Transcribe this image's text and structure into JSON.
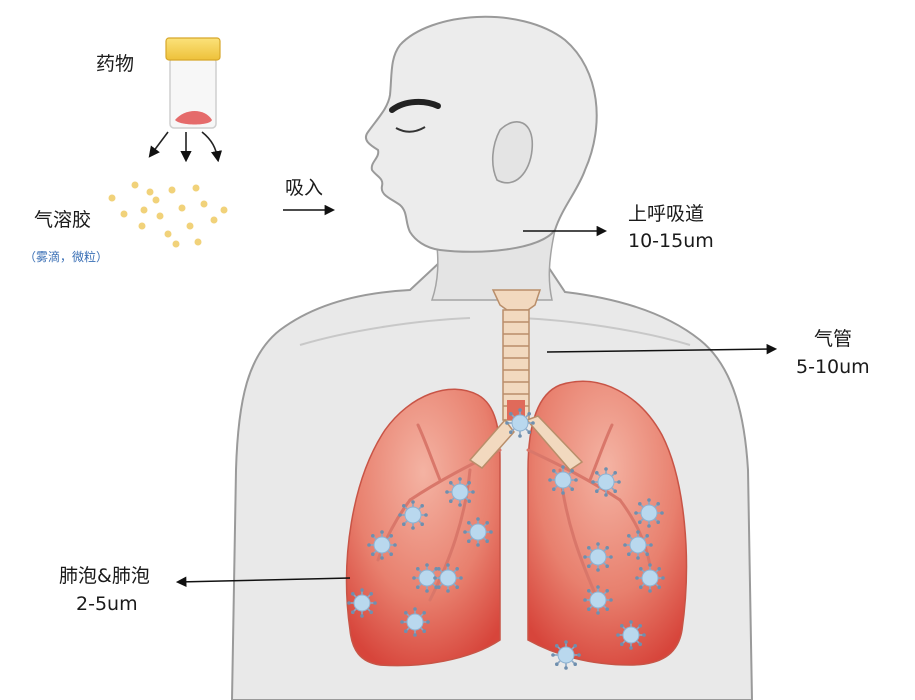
{
  "labels": {
    "drug": "药物",
    "aerosol": "气溶胶",
    "aerosol_note": "（雾滴，微粒）",
    "inhale": "吸入",
    "upper_airway": "上呼吸道",
    "upper_airway_size": "10-15um",
    "trachea": "气管",
    "trachea_size": "5-10um",
    "alveoli": "肺泡&肺泡",
    "alveoli_size": "2-5um"
  },
  "colors": {
    "body": "#e9e9e9",
    "body_outline": "#9a9a9a",
    "lung": "#e8806e",
    "lung_dark": "#d95a4c",
    "trachea": "#f2d9bf",
    "particle": "#f0d27a",
    "virus": "#a9cde6",
    "bottle_cap": "#f6cf4a"
  }
}
